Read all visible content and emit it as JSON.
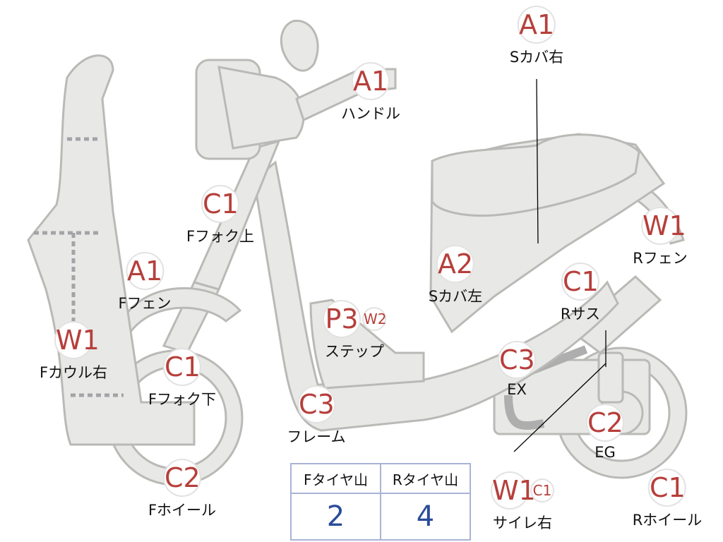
{
  "markers": [
    {
      "codes": [
        "A1"
      ],
      "label": "Sカバ右"
    },
    {
      "codes": [
        "A1"
      ],
      "label": "ハンドル"
    },
    {
      "codes": [
        "C1"
      ],
      "label": "Fフォク上"
    },
    {
      "codes": [
        "A1"
      ],
      "label": "Fフェン"
    },
    {
      "codes": [
        "W1"
      ],
      "label": "Fカウル右"
    },
    {
      "codes": [
        "C1"
      ],
      "label": "Fフォク下"
    },
    {
      "codes": [
        "C2"
      ],
      "label": "Fホイール"
    },
    {
      "codes": [
        "P3",
        "W2"
      ],
      "label": "ステップ"
    },
    {
      "codes": [
        "C3"
      ],
      "label": "フレーム"
    },
    {
      "codes": [
        "A2"
      ],
      "label": "Sカバ左"
    },
    {
      "codes": [
        "W1"
      ],
      "label": "Rフェン"
    },
    {
      "codes": [
        "C1"
      ],
      "label": "Rサス"
    },
    {
      "codes": [
        "C3"
      ],
      "label": "EX"
    },
    {
      "codes": [
        "C2"
      ],
      "label": "EG"
    },
    {
      "codes": [
        "W1",
        "C1"
      ],
      "label": "サイレ右"
    },
    {
      "codes": [
        "C1"
      ],
      "label": "Rホイール"
    }
  ],
  "tire_table": {
    "headers": [
      "Fタイヤ山",
      "Rタイヤ山"
    ],
    "values": [
      "2",
      "4"
    ]
  },
  "colors": {
    "badge_text": "#b63f3b",
    "part_fill": "#e8e8e6",
    "part_stroke": "#b9b9b6",
    "table_value": "#2a4c9a",
    "table_border": "#a9b3d6"
  }
}
